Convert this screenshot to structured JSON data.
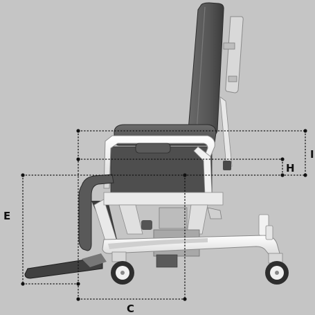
{
  "diagram": {
    "subject": "chair-side-view",
    "colors": {
      "background": "#c5c5c5",
      "upholstery": "#5f5f5f",
      "upholstery_dark": "#3e3e3e",
      "frame": "#f4f4f4",
      "frame_shadow": "#9a9a9a",
      "wheel": "#2e2e2e",
      "line": "#111111"
    },
    "dimension_labels": {
      "E": "E",
      "C": "C",
      "H": "H",
      "I": "I"
    }
  }
}
